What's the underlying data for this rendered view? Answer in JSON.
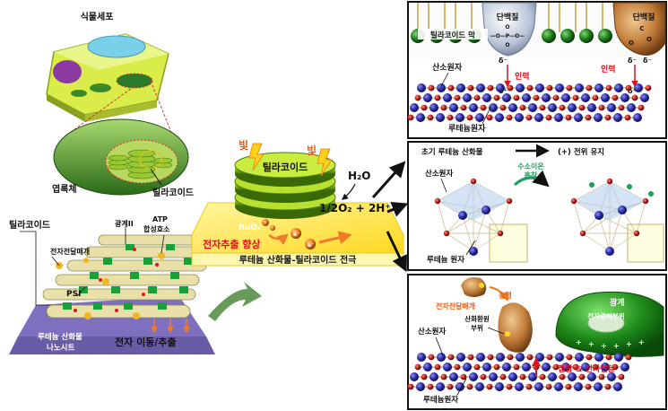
{
  "left": {
    "plant_cell_label": "식물세포",
    "chloroplast_label": "엽록체",
    "thylakoid_label": "틸라코이드",
    "thylakoid_label_2": "틸라코이드",
    "etc_label": "전자전달매개",
    "atp_label_1": "ATP",
    "atp_label_2": "합성효소",
    "ps2_label": "광계II",
    "psi_label": "PSI",
    "nanosheet_label_1": "루테늄 산화물",
    "nanosheet_label_2": "나노시트",
    "transfer_label": "전자 이동/추출"
  },
  "center": {
    "light_1": "빛",
    "light_2": "빛",
    "thylakoid_label": "틸라코이드",
    "h2o": "H₂O",
    "reaction": "1/2O₂ + 2H⁺",
    "ruo2": "RuO₂",
    "enhance_label": "전자추출 향상",
    "electrode_label": "루테늄 산화물-틸라코이드 전극",
    "electron_symbol": "e⁻"
  },
  "panel_top": {
    "protein_1": "단백질",
    "protein_2": "단백질",
    "membrane_label": "틸라코이드 막",
    "oxygen_label": "산소원자",
    "ruthenium_label": "루테늄원자",
    "attraction_1": "인력",
    "attraction_2": "인력",
    "delta": "δ⁻",
    "delta_plus": "δ⁺",
    "phosphate_top": "O",
    "phosphate_mid": "—O—P—O—",
    "phosphate_bottom": "O",
    "carboxyl_top": "C",
    "carboxyl_left": "O",
    "carboxyl_right": "O"
  },
  "panel_mid": {
    "initial_label": "초기 루테늄 산화물",
    "maintain_label": "(+) 전위 유지",
    "oxygen_label": "산소원자",
    "ruthenium_label": "루테늄 원자",
    "hydrogen_label_1": "수소이온",
    "hydrogen_label_2": "흡착"
  },
  "panel_bot": {
    "etc_label": "전자전달매개",
    "alignment_label": "정렬",
    "redox_label_1": "산화환원",
    "redox_label_2": "부위",
    "photosystem_label": "광계",
    "acceptor_label": "전자공여부위",
    "oxygen_label": "산소원자",
    "ruthenium_label": "루테늄원자",
    "contact_label": "접합 & 전자전달"
  },
  "colors": {
    "green": "#3a9a2a",
    "dark_green": "#1f6a18",
    "ru_blue": "#2a2a9a",
    "o_red": "#b81818",
    "yellow": "#ffe84a",
    "orange": "#ee7a22",
    "purple": "#6a5ab0",
    "tan": "#e8d9a8"
  }
}
